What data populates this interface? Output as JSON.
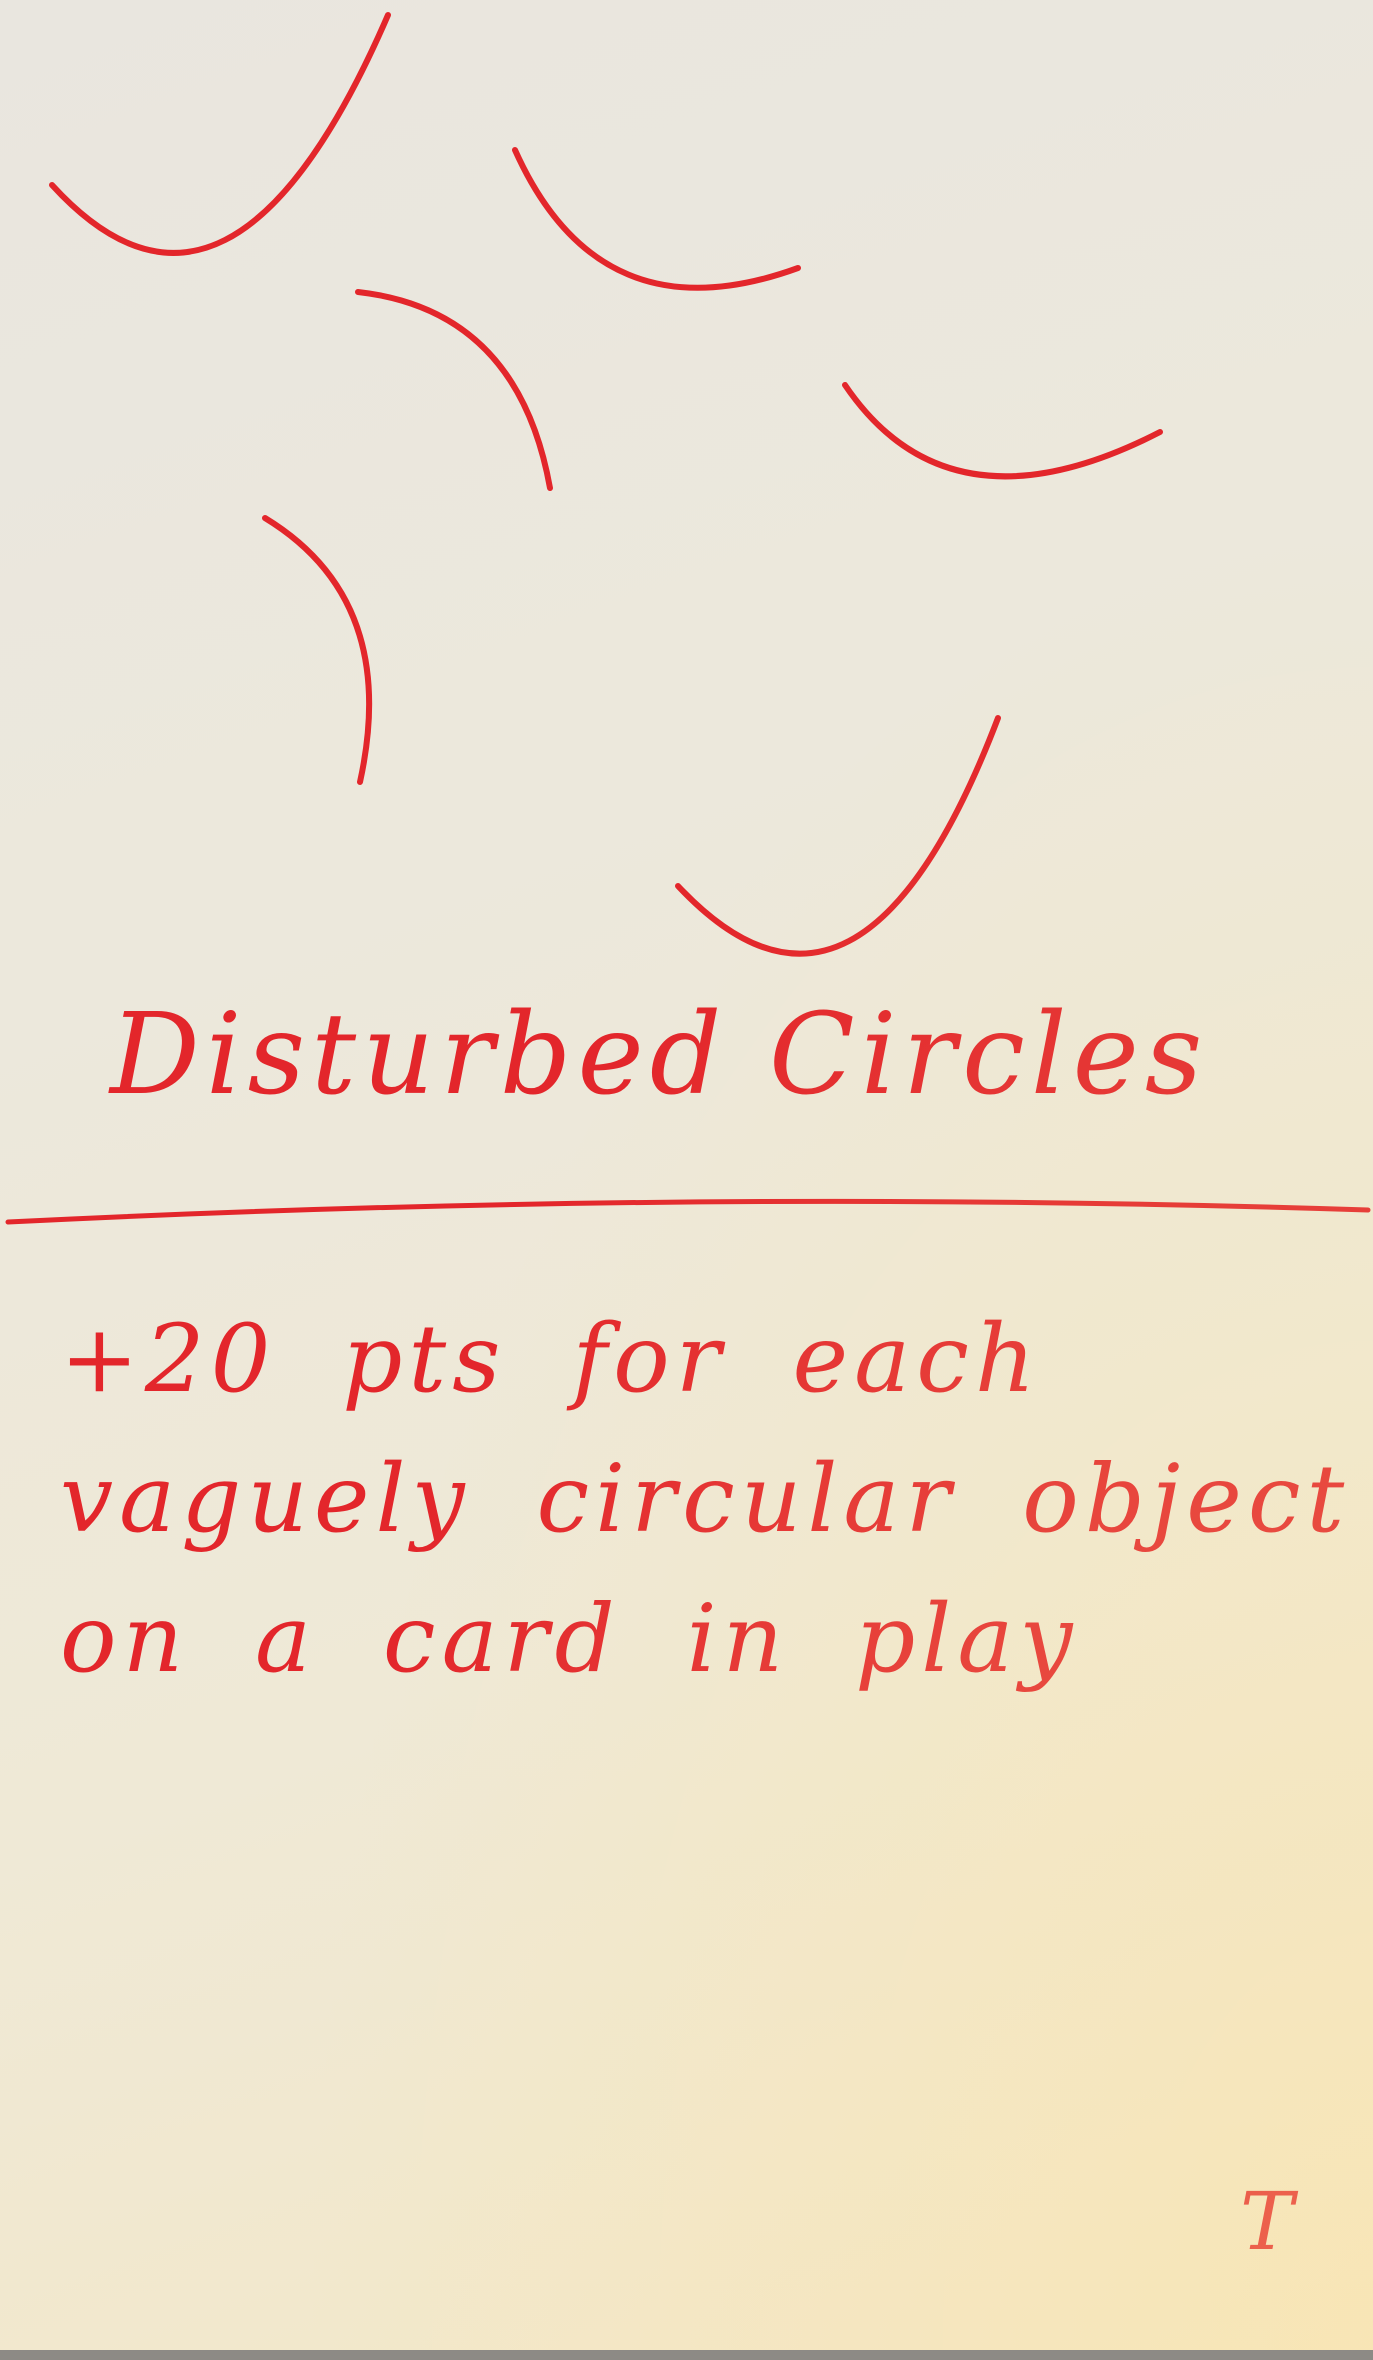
{
  "card": {
    "title": "Disturbed Circles",
    "rules": [
      "+20 pts for each",
      "vaguely circular object",
      "on a card in play"
    ],
    "signature": "T"
  },
  "colors": {
    "ink": "#e3262b",
    "paper": "#ece8dc"
  }
}
